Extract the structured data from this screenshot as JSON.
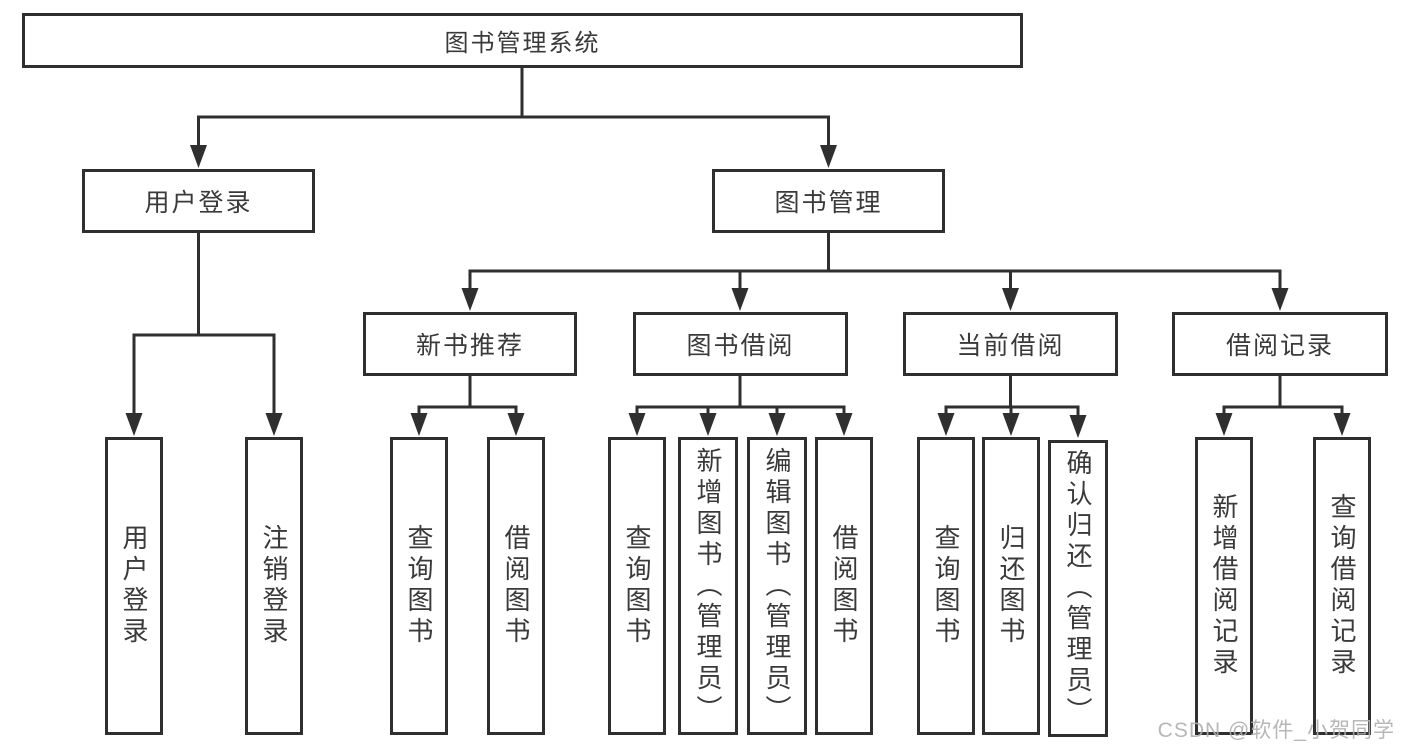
{
  "diagram": {
    "title": "图书管理系统",
    "type": "hierarchy-tree",
    "colors": {
      "background": "#ffffff",
      "box_fill": "#ffffff",
      "box_border": "#2f2f2f",
      "line": "#2f2f2f",
      "text": "#3a3a3a",
      "watermark": "#afafaf"
    }
  },
  "tree": {
    "root": {
      "label": "图书管理系统"
    },
    "branches": [
      {
        "label": "用户登录",
        "children": [
          {
            "label": "用户登录"
          },
          {
            "label": "注销登录"
          }
        ]
      },
      {
        "label": "图书管理",
        "children": [
          {
            "label": "新书推荐",
            "children": [
              {
                "label": "查询图书"
              },
              {
                "label": "借阅图书"
              }
            ]
          },
          {
            "label": "图书借阅",
            "children": [
              {
                "label": "查询图书"
              },
              {
                "label": "新增图书（管理员）"
              },
              {
                "label": "编辑图书（管理员）"
              },
              {
                "label": "借阅图书"
              }
            ]
          },
          {
            "label": "当前借阅",
            "children": [
              {
                "label": "查询图书"
              },
              {
                "label": "归还图书"
              },
              {
                "label": "确认归还（管理员）"
              }
            ]
          },
          {
            "label": "借阅记录",
            "children": [
              {
                "label": "新增借阅记录"
              },
              {
                "label": "查询借阅记录"
              }
            ]
          }
        ]
      }
    ]
  },
  "watermark": {
    "text": "CSDN @软件_小贺同学"
  }
}
